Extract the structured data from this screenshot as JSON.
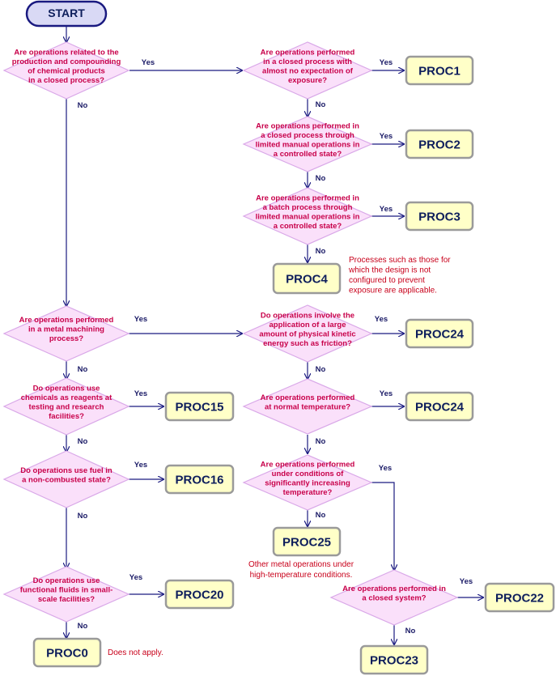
{
  "start": {
    "label": "START"
  },
  "questions": [
    {
      "id": "q1",
      "lines": [
        "Are operations related to the",
        "production  and compounding",
        "of chemical products",
        "in a closed process?"
      ]
    },
    {
      "id": "q2",
      "lines": [
        "Are operations performed",
        "in a closed process with",
        "almost no  expectation of",
        "exposure?"
      ]
    },
    {
      "id": "q3",
      "lines": [
        "Are operations performed in",
        "a closed process through",
        "limited manual operations in",
        "a controlled state?"
      ]
    },
    {
      "id": "q4",
      "lines": [
        "Are operations performed in",
        "a batch process through",
        "limited manual operations in",
        "a controlled state?"
      ]
    },
    {
      "id": "q5",
      "lines": [
        "Are operations performed",
        "in a metal machining",
        "process?"
      ]
    },
    {
      "id": "q6",
      "lines": [
        "Do operations involve the",
        "application of a large",
        "amount of physical kinetic",
        "energy such as friction?"
      ]
    },
    {
      "id": "q7",
      "lines": [
        "Do operations use",
        "chemicals as reagents at",
        "testing and research",
        "facilities?"
      ]
    },
    {
      "id": "q8",
      "lines": [
        "Are operations performed",
        "at normal temperature?"
      ]
    },
    {
      "id": "q9",
      "lines": [
        "Do operations use fuel in",
        "a non-combusted  state?"
      ]
    },
    {
      "id": "q10",
      "lines": [
        "Are operations performed",
        "under conditions of",
        "significantly increasing",
        "temperature?"
      ]
    },
    {
      "id": "q11",
      "lines": [
        "Do operations use",
        "functional fluids in small-",
        "scale facilities?"
      ]
    },
    {
      "id": "q12",
      "lines": [
        "Are operations performed in",
        "a closed system?"
      ]
    }
  ],
  "results": [
    {
      "id": "r1",
      "label": "PROC1"
    },
    {
      "id": "r2",
      "label": "PROC2"
    },
    {
      "id": "r3",
      "label": "PROC3"
    },
    {
      "id": "r4",
      "label": "PROC4"
    },
    {
      "id": "r5",
      "label": "PROC24"
    },
    {
      "id": "r6",
      "label": "PROC24"
    },
    {
      "id": "r7",
      "label": "PROC15"
    },
    {
      "id": "r8",
      "label": "PROC16"
    },
    {
      "id": "r9",
      "label": "PROC25"
    },
    {
      "id": "r10",
      "label": "PROC20"
    },
    {
      "id": "r11",
      "label": "PROC0"
    },
    {
      "id": "r12",
      "label": "PROC22"
    },
    {
      "id": "r13",
      "label": "PROC23"
    }
  ],
  "branch_labels": {
    "yes": "Yes",
    "no": "No"
  },
  "notes": [
    {
      "id": "n1",
      "lines": [
        "Processes such as those for",
        "which the design is not",
        "configured to prevent",
        "exposure are applicable."
      ]
    },
    {
      "id": "n2",
      "lines": [
        "Other metal operations under",
        "high-temperature conditions."
      ]
    },
    {
      "id": "n3",
      "lines": [
        "Does not apply."
      ]
    }
  ],
  "colors": {
    "question_text": "#c8004a",
    "diamond_fill": "#fae0fa",
    "result_fill": "#ffffc8",
    "start_fill": "#d9d9f5",
    "line": "#1a1a80"
  }
}
